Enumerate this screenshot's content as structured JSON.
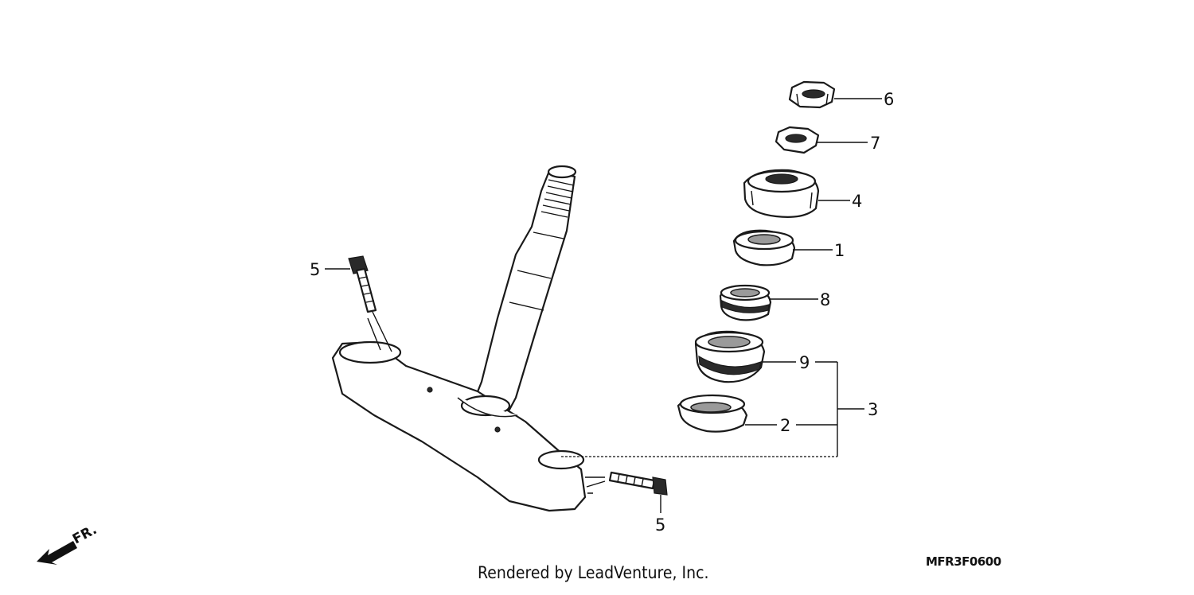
{
  "diagram": {
    "callouts": {
      "part_6": "6",
      "part_7": "7",
      "part_4": "4",
      "part_1": "1",
      "part_8": "8",
      "part_9": "9",
      "part_3": "3",
      "part_2": "2",
      "part_5_top": "5",
      "part_5_bottom": "5"
    },
    "direction_label": "FR.",
    "credit": "Rendered by LeadVenture, Inc.",
    "diagram_code": "MFR3F0600"
  }
}
